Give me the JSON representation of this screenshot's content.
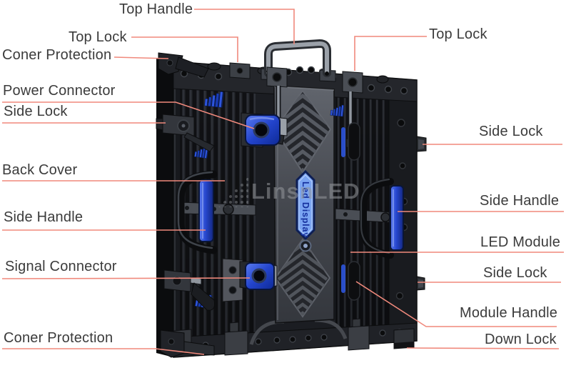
{
  "watermark": {
    "text": "LinsnLED"
  },
  "badge": {
    "text": "Led Display"
  },
  "labels": {
    "top_handle": "Top Handle",
    "top_lock_left": "Top Lock",
    "corner_protection_top": "Coner Protection",
    "power_connector": "Power Connector",
    "side_lock_left": "Side Lock",
    "back_cover": "Back Cover",
    "side_handle_left": "Side Handle",
    "signal_connector": "Signal Connector",
    "corner_protection_bottom": "Coner Protection",
    "top_lock_right": "Top Lock",
    "side_lock_right_top": "Side Lock",
    "side_handle_right": "Side Handle",
    "led_module": "LED Module",
    "side_lock_right_bottom": "Side Lock",
    "module_handle": "Module Handle",
    "down_lock": "Down Lock"
  },
  "colors": {
    "background": "#ffffff",
    "leader_line": "#f0897c",
    "label_text": "#3b3b3b",
    "panel_dark": "#17191d",
    "accent_blue": "#2a4bd7",
    "badge_blue": "#7aa4f2",
    "watermark_gray": "#95989c"
  }
}
